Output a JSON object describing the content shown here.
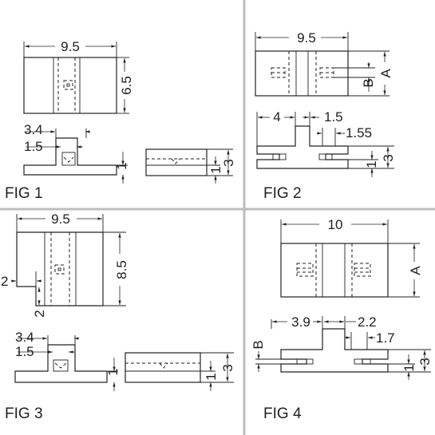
{
  "figures": [
    {
      "label": "FIG 1",
      "top_width": "9.5",
      "top_height": "6.5",
      "side_offset": "3.4",
      "side_slot": "1.5",
      "side_step": "1",
      "end_step": "1",
      "end_height": "3"
    },
    {
      "label": "FIG 2",
      "top_width": "9.5",
      "dim_a": "A",
      "dim_b": "B",
      "side_offset": "4",
      "side_gap": "1.5",
      "side_slot": "1.55",
      "side_step": "1",
      "side_height": "3"
    },
    {
      "label": "FIG 3",
      "top_width": "9.5",
      "top_height": "8.5",
      "notch_width": "2",
      "notch_height": "2",
      "side_offset": "3.4",
      "side_slot": "1.5",
      "side_step": "1",
      "end_step": "1",
      "end_height": "3"
    },
    {
      "label": "FIG 4",
      "top_width": "10",
      "dim_a": "A",
      "dim_b": "B",
      "side_offset": "3.9",
      "side_gap": "2.2",
      "side_slot": "1.7",
      "side_step": "1",
      "side_height": "3"
    }
  ]
}
